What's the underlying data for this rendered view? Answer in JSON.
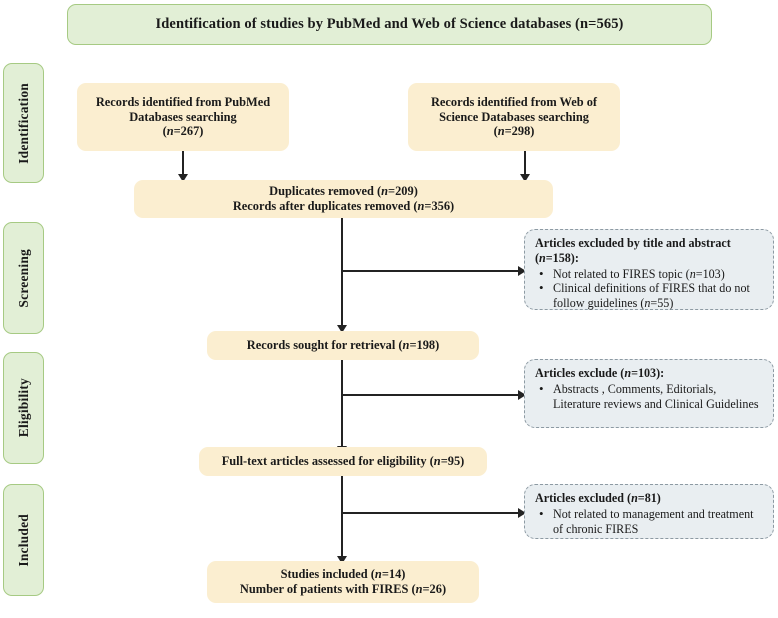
{
  "diagram": {
    "type": "prisma-flow-diagram",
    "colors": {
      "stage_fill": "#e2efd6",
      "stage_border": "#a6ca83",
      "box_fill": "#fbeed0",
      "exclusion_fill": "#e9eef1",
      "exclusion_border": "#8d9aa3",
      "connector": "#232323"
    },
    "banner": {
      "text": "Identification of studies by PubMed and Web of Science databases (n=565)",
      "total": 565
    },
    "stages": [
      {
        "label": "Identification"
      },
      {
        "label": "Screening"
      },
      {
        "label": "Eligibility"
      },
      {
        "label": "Included"
      }
    ],
    "boxes": {
      "pubmed": {
        "line1": "Records identified from PubMed",
        "line2": "Databases searching",
        "count_prefix": "(",
        "count_italic": "n",
        "count_value": "=267)",
        "n": 267
      },
      "wos": {
        "line1": "Records identified from Web of",
        "line2": "Science Databases searching",
        "count_prefix": "(",
        "count_italic": "n",
        "count_value": "=298)",
        "n": 298
      },
      "duplicates": {
        "line1_pre": "Duplicates removed (",
        "line1_italic": "n",
        "line1_post": "=209)",
        "line2_pre": "Records after duplicates removed (",
        "line2_italic": "n",
        "line2_post": "=356)",
        "removed": 209,
        "after": 356
      },
      "sought": {
        "pre": "Records sought for retrieval (",
        "italic": "n",
        "post": "=198)",
        "n": 198
      },
      "fulltext": {
        "pre": "Full-text articles assessed for eligibility (",
        "italic": "n",
        "post": "=95)",
        "n": 95
      },
      "included": {
        "line1_pre": "Studies included  (",
        "line1_italic": "n",
        "line1_post": "=14)",
        "line2_pre": "Number of patients with FIRES (",
        "line2_italic": "n",
        "line2_post": "=26)",
        "studies": 14,
        "patients": 26
      }
    },
    "exclusions": [
      {
        "header_pre": "Articles excluded by title and abstract (",
        "header_italic": "n",
        "header_post": "=158):",
        "n": 158,
        "items": [
          {
            "pre": "Not related to FIRES topic (",
            "italic": "n",
            "post": "=103)",
            "n": 103
          },
          {
            "pre": "Clinical  definitions of FIRES that do not follow guidelines (",
            "italic": "n",
            "post": "=55)",
            "n": 55
          }
        ]
      },
      {
        "header_pre": "Articles exclude  (",
        "header_italic": "n",
        "header_post": "=103):",
        "n": 103,
        "items": [
          {
            "pre": "Abstracts , Comments, Editorials, Literature reviews and Clinical Guidelines",
            "italic": "",
            "post": "",
            "n": null
          }
        ]
      },
      {
        "header_pre": "Articles excluded (",
        "header_italic": "n",
        "header_post": "=81)",
        "n": 81,
        "items": [
          {
            "pre": "Not related to management and treatment of chronic FIRES",
            "italic": "",
            "post": "",
            "n": null
          }
        ]
      }
    ]
  }
}
